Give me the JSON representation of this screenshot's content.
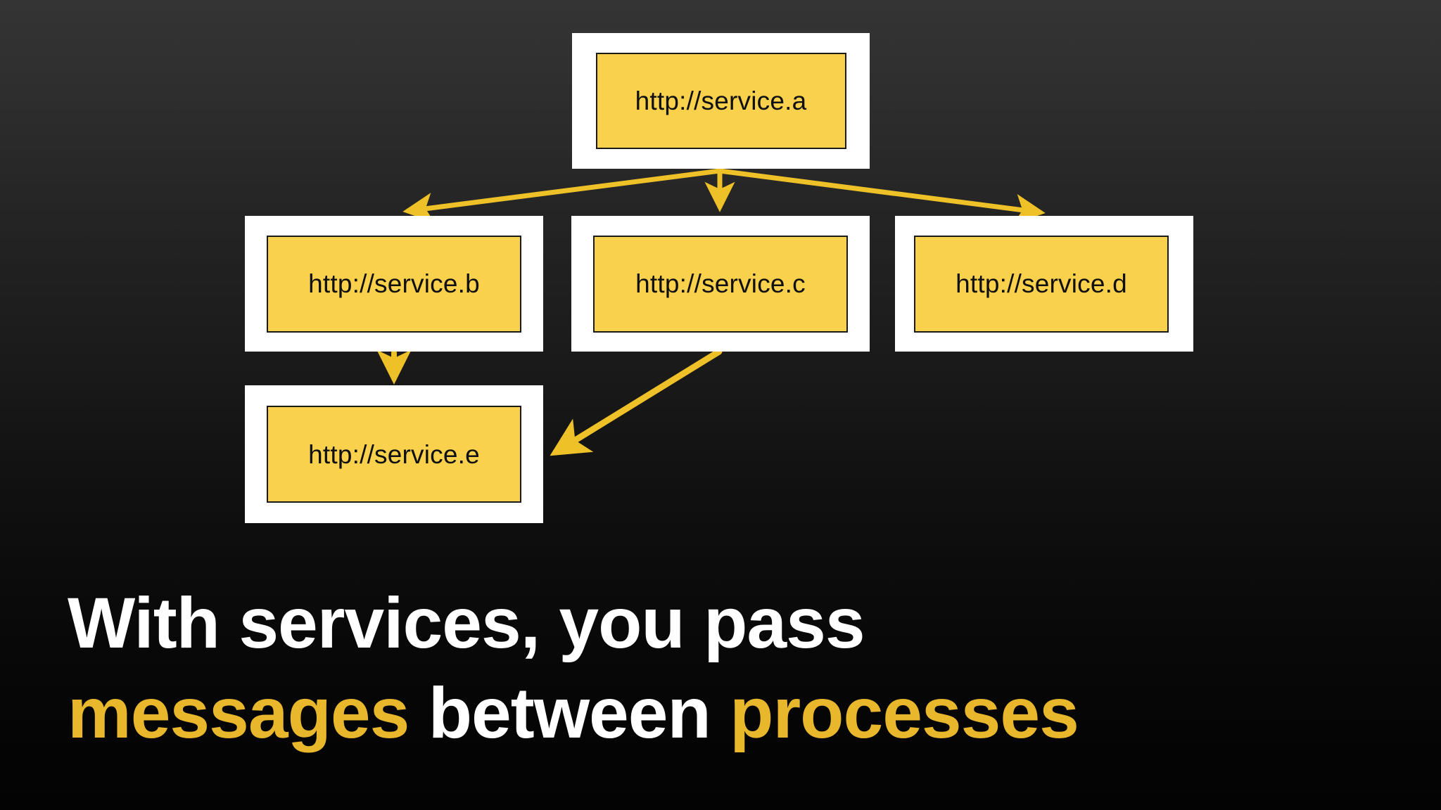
{
  "slide": {
    "background_top_color": "#343434",
    "background_bottom_color": "#030303"
  },
  "diagram": {
    "type": "service-call-graph",
    "node_fill_color": "#F9D14C",
    "node_frame_color": "#FFFFFF",
    "node_border_color": "#1C1A18",
    "arrow_color": "#EDC127",
    "nodes": [
      {
        "id": "a",
        "label": "http://service.a"
      },
      {
        "id": "b",
        "label": "http://service.b"
      },
      {
        "id": "c",
        "label": "http://service.c"
      },
      {
        "id": "d",
        "label": "http://service.d"
      },
      {
        "id": "e",
        "label": "http://service.e"
      }
    ],
    "edges": [
      {
        "from": "a",
        "to": "b"
      },
      {
        "from": "a",
        "to": "c"
      },
      {
        "from": "a",
        "to": "d"
      },
      {
        "from": "b",
        "to": "e"
      },
      {
        "from": "c",
        "to": "e"
      }
    ]
  },
  "caption": {
    "line1": [
      {
        "text": "With services, you pass",
        "color": "white"
      }
    ],
    "line2": [
      {
        "text": "messages",
        "color": "gold"
      },
      {
        "text": " ",
        "color": "white"
      },
      {
        "text": "between",
        "color": "white"
      },
      {
        "text": " ",
        "color": "white"
      },
      {
        "text": "processes",
        "color": "gold"
      }
    ],
    "line1_text": "With services, you pass",
    "word_messages": "messages",
    "word_between": "between",
    "word_processes": "processes",
    "space": " ",
    "white_color": "#FFFFFF",
    "gold_color": "#E8B72B"
  }
}
